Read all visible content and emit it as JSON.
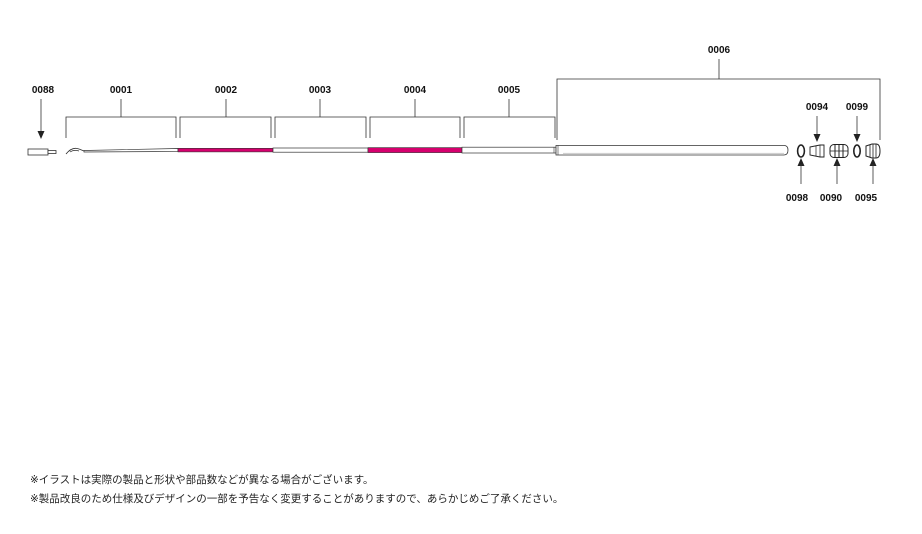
{
  "diagram": {
    "parts": {
      "p0088": "0088",
      "p0001": "0001",
      "p0002": "0002",
      "p0003": "0003",
      "p0004": "0004",
      "p0005": "0005",
      "p0006": "0006",
      "p0094": "0094",
      "p0099": "0099",
      "p0098": "0098",
      "p0090": "0090",
      "p0095": "0095"
    },
    "colors": {
      "accent_section": "#d6006e",
      "line": "#333333"
    }
  },
  "notes": [
    "※イラストは実際の製品と形状や部品数などが異なる場合がございます。",
    "※製品改良のため仕様及びデザインの一部を予告なく変更することがありますので、あらかじめご了承ください。"
  ]
}
